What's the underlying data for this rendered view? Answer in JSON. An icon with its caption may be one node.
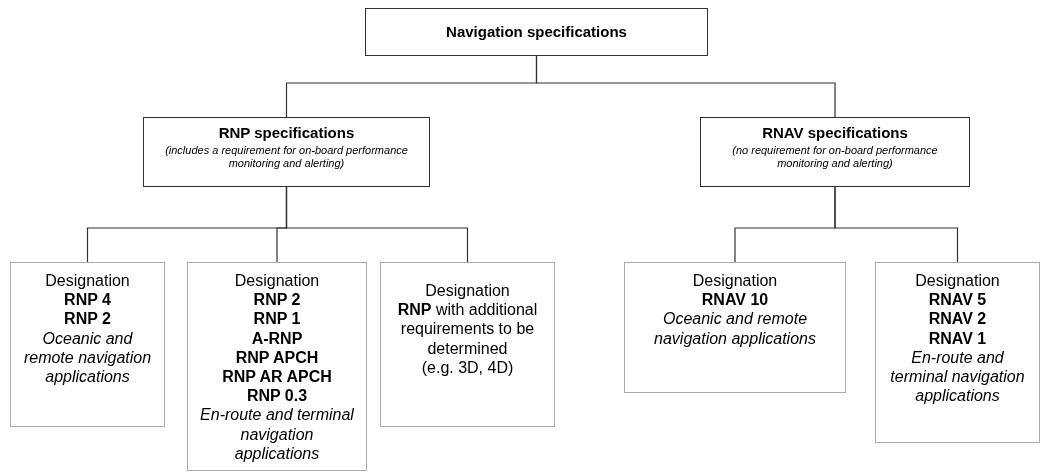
{
  "diagram": {
    "nodes": [
      {
        "text": [
          "Navigation specifications"
        ]
      },
      {
        "text": [
          "RNP specifications",
          "(includes a requirement for on-board performance monitoring and alerting)"
        ]
      },
      {
        "text": [
          "RNAV specifications",
          "(no requirement for on-board performance monitoring and alerting)"
        ]
      },
      {
        "text": [
          "Designation",
          "**RNP 4**",
          "**RNP 2**",
          "*Oceanic and remote navigation applications*"
        ]
      },
      {
        "text": [
          "Designation",
          "**RNP 2**",
          "**RNP 1**",
          "**A-RNP**",
          "**RNP APCH**",
          "**RNP AR APCH**",
          "**RNP 0.3**",
          "*En-route and terminal navigation applications*"
        ]
      },
      {
        "text": [
          "Designation",
          "**RNP** with additional requirements to be determined",
          "(e.g. 3D, 4D)"
        ]
      },
      {
        "text": [
          "Designation",
          "**RNAV 10**",
          "*Oceanic and remote navigation applications*"
        ]
      },
      {
        "text": [
          "Designation",
          "**RNAV 5**",
          "**RNAV 2**",
          "**RNAV 1**",
          "*En-route and terminal navigation applications*"
        ]
      }
    ],
    "edges": [
      {
        "from": 0,
        "to": 1,
        "arrow": "none"
      },
      {
        "from": 0,
        "to": 2,
        "arrow": "none"
      },
      {
        "from": 1,
        "to": 3,
        "arrow": "none"
      },
      {
        "from": 1,
        "to": 4,
        "arrow": "none"
      },
      {
        "from": 1,
        "to": 5,
        "arrow": "none"
      },
      {
        "from": 2,
        "to": 6,
        "arrow": "none"
      },
      {
        "from": 2,
        "to": 7,
        "arrow": "none"
      }
    ]
  }
}
